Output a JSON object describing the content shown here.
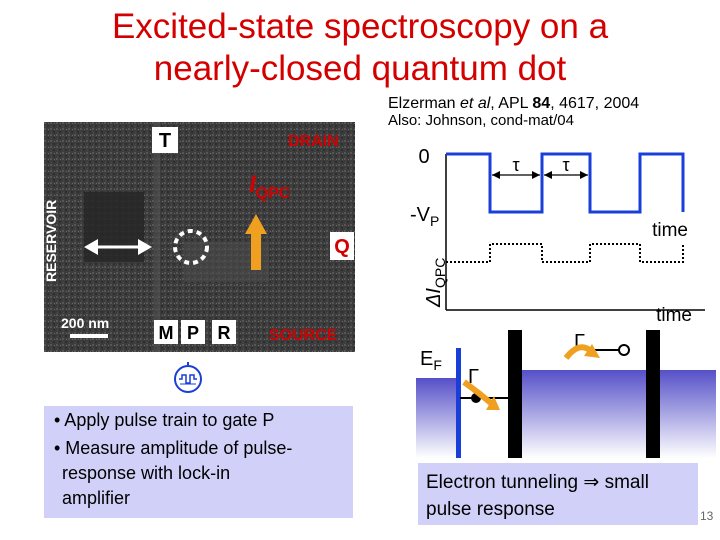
{
  "title": {
    "line1": "Excited-state spectroscopy on a",
    "line2": "nearly-closed quantum dot"
  },
  "citation": {
    "authors": "Elzerman ",
    "etal": "et al",
    "journal": ", APL ",
    "volume": "84",
    "pages": ", 4617, 2004",
    "also": "Also: Johnson, cond-mat/04"
  },
  "micrograph": {
    "reservoir": "RESERVOIR",
    "drain": "DRAIN",
    "gate_t": "T",
    "i_qpc_main": "I",
    "i_qpc_sub": "QPC",
    "q_label": "Q",
    "scale": "200 nm",
    "gate_m": "M",
    "gate_p": "P",
    "gate_r": "R",
    "source": "SOURCE"
  },
  "pulse": {
    "zero": "0",
    "neg_vp_main": "-V",
    "neg_vp_sub": "P",
    "tau1": "τ",
    "tau2": "τ",
    "time1": "time",
    "time2": "time",
    "delta_i_main": "ΔI",
    "delta_i_sub": "QPC"
  },
  "energy": {
    "ef_main": "E",
    "ef_sub": "F",
    "gamma1": "Γ",
    "gamma2": "Γ"
  },
  "bullets": [
    "• Apply pulse train to gate P",
    "• Measure amplitude of pulse-",
    "response with lock-in",
    "amplifier"
  ],
  "note": {
    "line1": "Electron tunneling ⇒ small",
    "line2": "pulse response"
  },
  "page_number": "13",
  "colors": {
    "title": "#d40000",
    "gate_label": "#d40000",
    "arrow_orange": "#f0a020",
    "pulse_blue": "#1a3fd8",
    "box_fill": "#d0d0f8"
  }
}
